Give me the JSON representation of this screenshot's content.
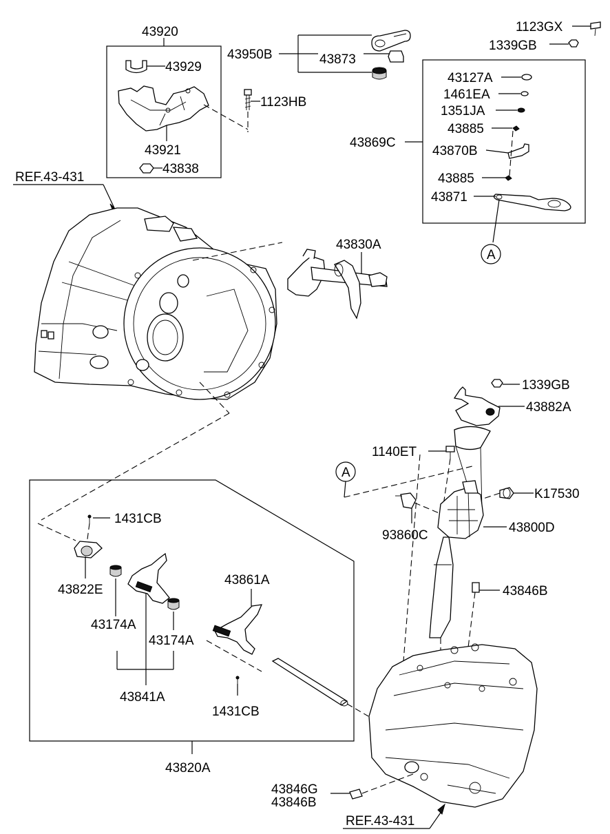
{
  "labels": {
    "p43920": "43920",
    "p43929": "43929",
    "p43921": "43921",
    "p43838": "43838",
    "p1123HB": "1123HB",
    "p43950B": "43950B",
    "p43873": "43873",
    "p1123GX": "1123GX",
    "p1339GB_top": "1339GB",
    "p43127A": "43127A",
    "p1461EA": "1461EA",
    "p1351JA": "1351JA",
    "p43885_a": "43885",
    "p43869C": "43869C",
    "p43870B": "43870B",
    "p43885_b": "43885",
    "p43871": "43871",
    "callout_a_top": "A",
    "ref_top": "REF.43-431",
    "p43830A": "43830A",
    "p1339GB_mid": "1339GB",
    "p43882A": "43882A",
    "p1140ET": "1140ET",
    "callout_a_mid": "A",
    "pK17530": "K17530",
    "p93860C": "93860C",
    "p43800D": "43800D",
    "p43846B_mid": "43846B",
    "p1431CB_top": "1431CB",
    "p43822E": "43822E",
    "p43861A": "43861A",
    "p43174A_left": "43174A",
    "p43174A_right": "43174A",
    "p43841A": "43841A",
    "p1431CB_bottom": "1431CB",
    "p43820A": "43820A",
    "p43846G": "43846G",
    "p43846B_bottom": "43846B",
    "ref_bottom": "REF.43-431"
  }
}
